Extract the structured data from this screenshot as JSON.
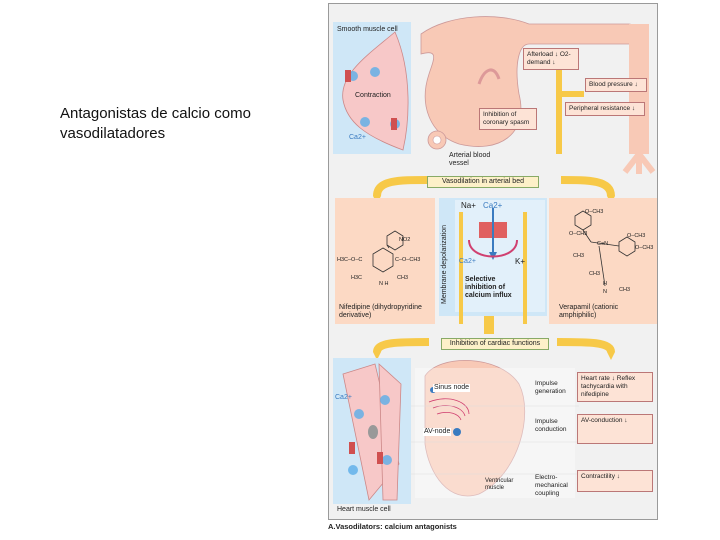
{
  "slide": {
    "title": "Antagonistas de calcio como vasodilatadores"
  },
  "figure": {
    "caption": "A.Vasodilators: calcium antagonists",
    "smooth_muscle": {
      "label": "Smooth muscle cell",
      "contraction": "Contraction",
      "ion": "Ca2+"
    },
    "vessel": {
      "afterload": "Afterload ↓ O2-demand ↓",
      "blood_pressure": "Blood pressure ↓",
      "peripheral_resistance": "Peripheral resistance ↓",
      "coronary": "Inhibition of coronary spasm",
      "arterial": "Arterial blood vessel"
    },
    "banner_top": "Vasodilation in arterial bed",
    "channel": {
      "na": "Na+",
      "ca_top": "Ca2+",
      "ca_in": "Ca2+",
      "k": "K+",
      "side": "Membrane depolarization",
      "selective": "Selective inhibition of calcium influx"
    },
    "nifedipine": {
      "name": "Nifedipine (dihydropyridine derivative)",
      "no2": "NO2",
      "ester_left": "H3C–O–C",
      "ester_right": "C–O–CH3",
      "ch3_left": "H3C",
      "ch3_right": "CH3",
      "nh": "N H"
    },
    "verapamil": {
      "name": "Verapamil (cationic amphiphilic)",
      "groups": [
        "O–CH3",
        "O–CH3",
        "O–CH3",
        "O–CH3",
        "C≡N",
        "CH3",
        "CH3",
        "CH3",
        "N",
        "H"
      ]
    },
    "banner_mid": "Inhibition of cardiac functions",
    "heart": {
      "sinus": "Sinus node",
      "av": "AV-node",
      "ventricular": "Ventricular muscle",
      "ion": "Ca2+",
      "cell": "Heart muscle cell"
    },
    "effects": [
      {
        "process": "Impulse generation",
        "result": "Heart rate ↓ Reflex tachycardia with nifedipine"
      },
      {
        "process": "Impulse conduction",
        "result": "AV-conduction ↓"
      },
      {
        "process": "Electro-mechanical coupling",
        "result": "Contractility ↓"
      }
    ],
    "colors": {
      "salmon": "#fcd9c4",
      "blue_panel": "#cfe7f7",
      "yellow": "#f7c948",
      "artery": "#f8c9b6",
      "cell_pink": "#f7c8c8",
      "channel_red": "#e06060"
    }
  }
}
